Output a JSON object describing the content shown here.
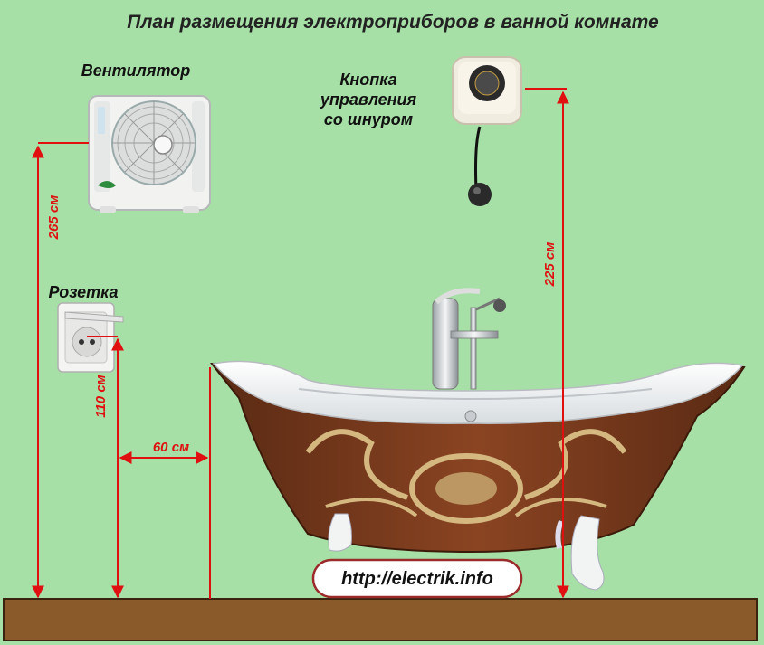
{
  "title": "План размещения электроприборов в ванной комнате",
  "labels": {
    "fan": "Вентилятор",
    "button_line1": "Кнопка",
    "button_line2": "управления",
    "button_line3": "со шнуром",
    "socket": "Розетка"
  },
  "dimensions": {
    "fan_height": "265 см",
    "socket_height": "110 см",
    "socket_to_bath": "60 см",
    "button_height": "225 см"
  },
  "url": "http://electrik.info",
  "colors": {
    "background": "#a6e0a6",
    "floor": "#8b5a2b",
    "dimension_lines": "#e01010"
  }
}
